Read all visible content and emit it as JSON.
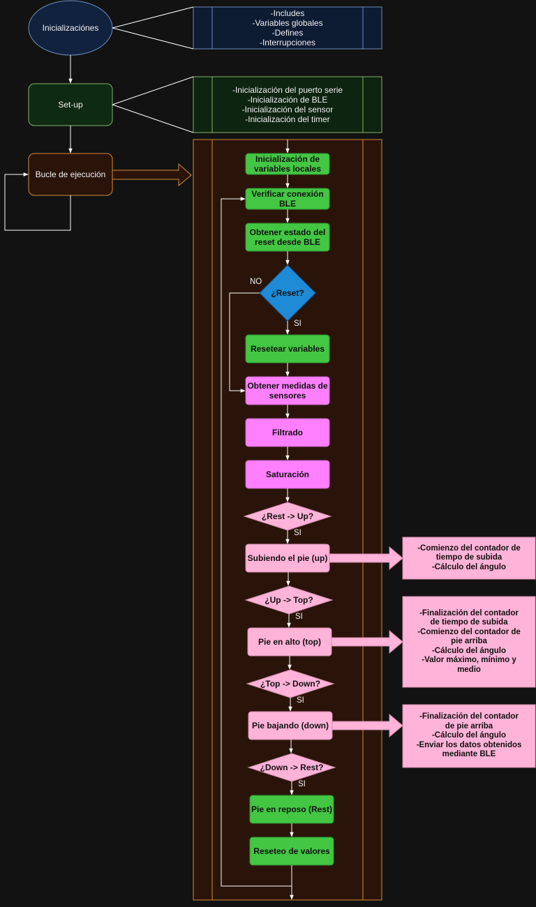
{
  "colors": {
    "background": "#121212",
    "init_fill": "#11223f",
    "init_stroke": "#6c8ebf",
    "setup_fill": "#0f2a12",
    "setup_stroke": "#82b366",
    "loop_fill": "#2a140a",
    "loop_stroke": "#d58a3a",
    "green_fill": "#43c743",
    "pink_fill": "#ff80ff",
    "light_pink_fill": "#ffb3d9",
    "blue_fill": "#1f8ad6",
    "edge": "#ffffff"
  },
  "left": {
    "init": "Inicializaciónes",
    "setup": "Set-up",
    "loop": "Bucle de ejecución"
  },
  "panels": {
    "init_items": "-Includes\n-Variables globales\n-Defines\n-Interrupciones",
    "setup_items": "-Inicialización del puerto serie\n-Inicialización de BLE\n-Inicialización del sensor\n-Inicialización del timer"
  },
  "flow": {
    "init_vars": "Inicialización de\nvariables locales",
    "check_ble": "Verificar conexión\nBLE",
    "get_reset": "Obtener estado del\nreset desde BLE",
    "reset_q": "¿Reset?",
    "reset_vars": "Resetear variables",
    "get_meas": "Obtener medidas de\nsensores",
    "filter": "Filtrado",
    "saturation": "Saturación",
    "rest_up_q": "¿Rest -> Up?",
    "up": "Subiendo el pie (up)",
    "up_top_q": "¿Up -> Top?",
    "top": "Pie en alto (top)",
    "top_down_q": "¿Top -> Down?",
    "down": "Pie bajando (down)",
    "down_rest_q": "¿Down -> Rest?",
    "rest": "Pie en reposo (Rest)",
    "reset_values": "Reseteo de valores"
  },
  "labels": {
    "no": "NO",
    "si_reset": "SI",
    "si_up": "SI",
    "si_top": "SI",
    "si_down": "SI",
    "si_rest": "SI"
  },
  "notes": {
    "up": "-Comienzo del  contador de\ntiempo de subida\n-Cálculo del ángulo",
    "top": "-Finalización del  contador\nde tiempo de subida\n-Comienzo del contador de\npie arriba\n-Cálculo del ángulo\n-Valor máximo, mínimo y\nmedio",
    "down": "-Finalización del contador\nde pie arriba\n-Cálculo del ángulo\n-Enviar los datos obtenidos\nmediante BLE"
  }
}
